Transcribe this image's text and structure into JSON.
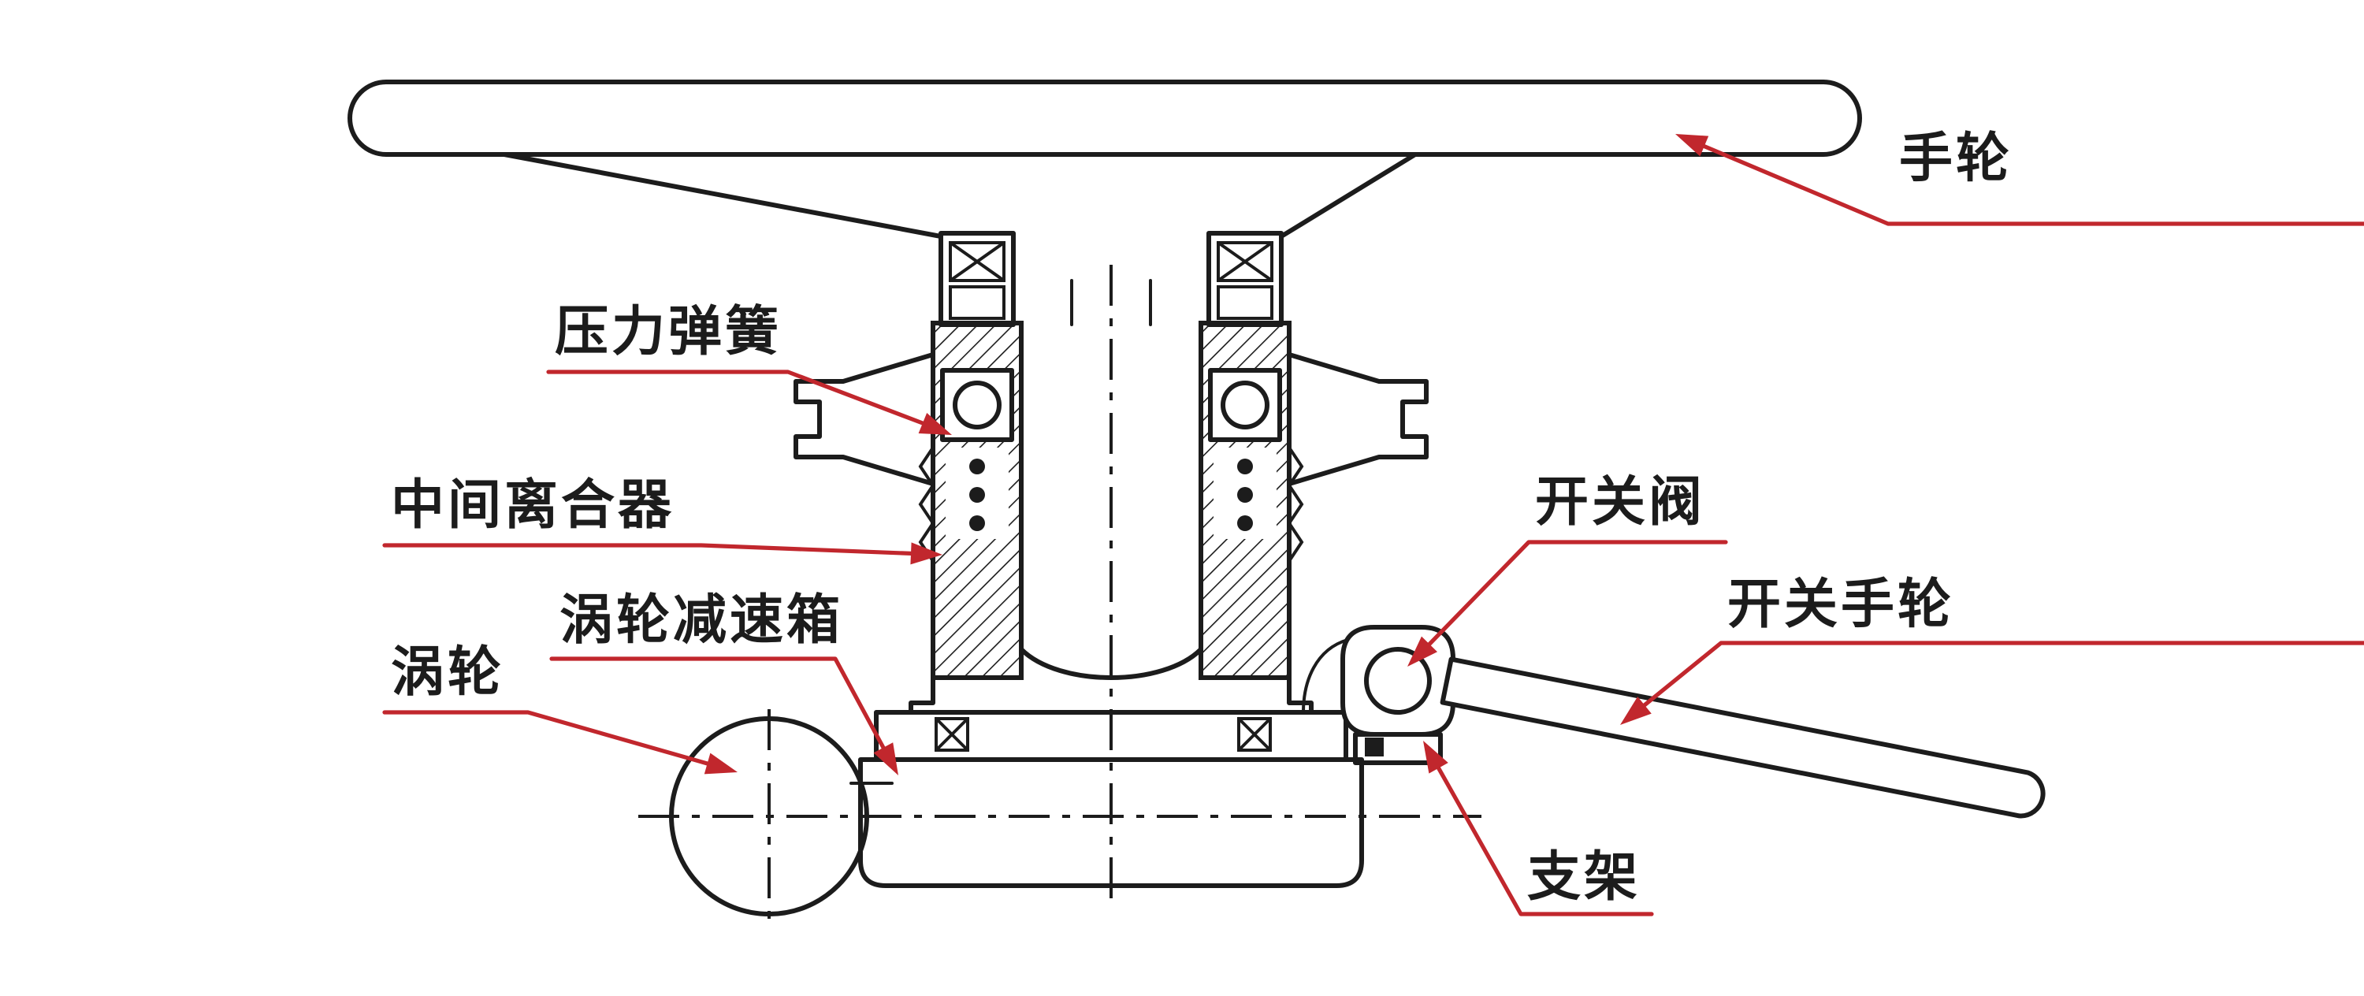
{
  "diagram": {
    "type": "technical-cross-section",
    "labels": {
      "handwheel": "手轮",
      "pressure_spring": "压力弹簧",
      "intermediate_clutch": "中间离合器",
      "worm_gear_reducer": "涡轮减速箱",
      "worm_wheel": "涡轮",
      "switch_valve": "开关阀",
      "switch_handwheel": "开关手轮",
      "bracket": "支架"
    }
  },
  "colors": {
    "line": "#1c1c1c",
    "leader": "#c1272d",
    "background": "#ffffff"
  }
}
